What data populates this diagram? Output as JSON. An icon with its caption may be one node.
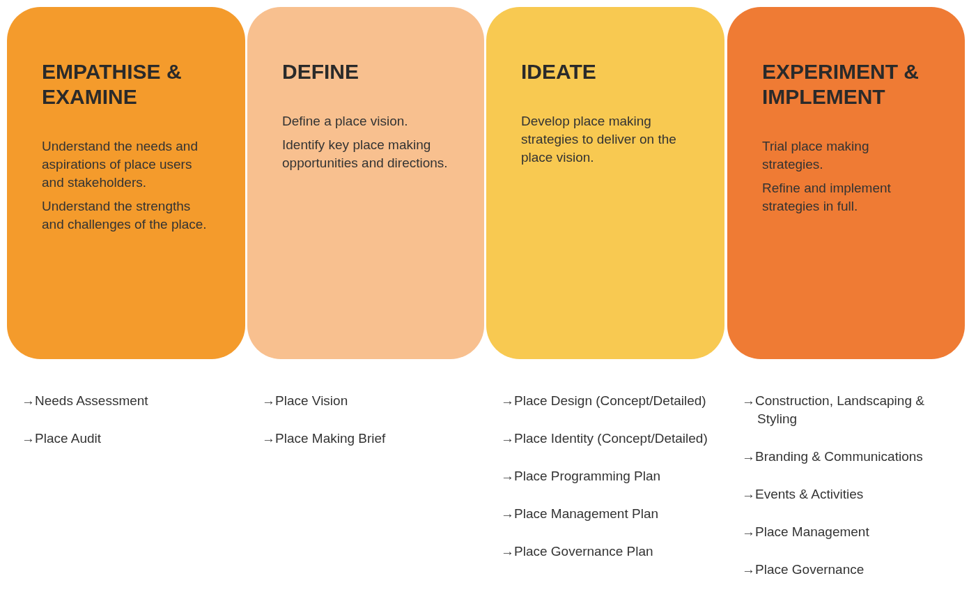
{
  "diagram": {
    "nodes": [
      {
        "text": [
          "EMPATHISE & EXAMINE",
          "Understand the needs and aspirations of place users and stakeholders.",
          "Understand the strengths and challenges of the place."
        ],
        "beside": [
          "→Needs Assessment",
          "→Place Audit"
        ]
      },
      {
        "text": [
          "DEFINE",
          "Define a place vision.",
          "Identify key place making opportunities and directions."
        ],
        "beside": [
          "→Place Vision",
          "→Place Making Brief"
        ]
      },
      {
        "text": [
          "IDEATE",
          "Develop place making strategies to deliver on the place vision."
        ],
        "beside": [
          "→Place Design (Concept/Detailed)",
          "→Place Identity (Concept/Detailed)",
          "→Place Programming Plan",
          "→Place Management Plan",
          "→Place Governance Plan"
        ]
      },
      {
        "text": [
          "EXPERIMENT & IMPLEMENT",
          "Trial place making strategies.",
          "Refine and implement strategies in full."
        ],
        "beside": [
          "→Construction, Landscaping & Styling",
          "→Branding & Communications",
          "→Events & Activities",
          "→Place Management",
          "→Place Governance"
        ]
      }
    ]
  }
}
